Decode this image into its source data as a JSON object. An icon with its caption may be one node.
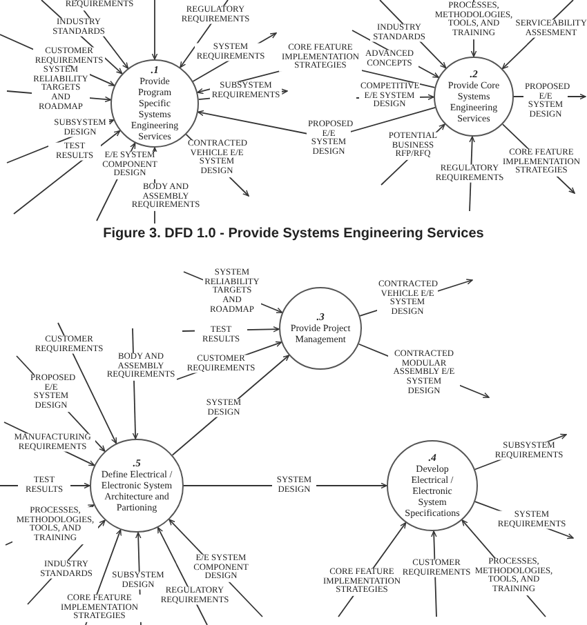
{
  "diagram": {
    "caption": "Figure 3. DFD 1.0 - Provide Systems Engineering Services",
    "nodes": [
      {
        "text": [
          ".1",
          "Provide Program Specific Systems Engineering Services"
        ]
      },
      {
        "text": [
          ".2",
          "Provide Core Systems Engineering Services"
        ]
      },
      {
        "text": [
          ".3",
          "Provide Project Management"
        ]
      },
      {
        "text": [
          ".5",
          "Define Electrical / Electronic System Architecture and Partioning"
        ]
      },
      {
        "text": [
          ".4",
          "Develop Electrical / Electronic System Specifications"
        ]
      }
    ],
    "edges": [
      {
        "from": null,
        "to": 0,
        "arrow": "to",
        "label": "REQUIREMENTS"
      },
      {
        "from": null,
        "to": 0,
        "arrow": "to"
      },
      {
        "from": null,
        "to": 0,
        "arrow": "to",
        "label": "REGULATORY REQUIREMENTS"
      },
      {
        "from": null,
        "to": 0,
        "arrow": "to",
        "label": "INDUSTRY STANDARDS"
      },
      {
        "from": null,
        "to": 0,
        "arrow": "to",
        "label": "CUSTOMER REQUIREMENTS"
      },
      {
        "from": null,
        "to": 0,
        "arrow": "to",
        "label": "SYSTEM RELIABILITY TARGETS AND ROADMAP"
      },
      {
        "from": null,
        "to": 0,
        "arrow": "to",
        "label": "SUBSYSTEM DESIGN"
      },
      {
        "from": null,
        "to": 0,
        "arrow": "to",
        "label": "TEST RESULTS"
      },
      {
        "from": null,
        "to": 0,
        "arrow": "to",
        "label": "E/E SYSTEM COMPONENT DESIGN"
      },
      {
        "from": null,
        "to": 0,
        "arrow": "to",
        "label": "BODY AND ASSEMBLY REQUIREMENTS"
      },
      {
        "from": 0,
        "to": null,
        "arrow": "to",
        "label": "CONTRACTED VEHICLE E/E SYSTEM DESIGN"
      },
      {
        "from": 0,
        "to": null,
        "arrow": "to",
        "label": "SYSTEM REQUIREMENTS"
      },
      {
        "from": 1,
        "to": 0,
        "arrow": "to",
        "label": "CORE FEATURE IMPLEMENTATION STRATEGIES"
      },
      {
        "from": 0,
        "to": null,
        "arrow": "to",
        "label": "SUBSYSTEM REQUIREMENTS"
      },
      {
        "from": 1,
        "to": 0,
        "arrow": "to",
        "label": "PROPOSED E/E SYSTEM DESIGN"
      },
      {
        "from": null,
        "to": 1,
        "arrow": "to",
        "label": "INDUSTRY STANDARDS"
      },
      {
        "from": null,
        "to": 1,
        "arrow": "to",
        "label": "PROCESSES, METHODOLOGIES, TOOLS, AND TRAINING"
      },
      {
        "from": null,
        "to": 1,
        "arrow": "to",
        "label": "SERVICEABILITY ASSESMENT"
      },
      {
        "from": null,
        "to": 1,
        "arrow": "to",
        "label": "ADVANCED CONCEPTS"
      },
      {
        "from": null,
        "to": 1,
        "arrow": "to",
        "label": "COMPETITIVE E/E SYSTEM DESIGN"
      },
      {
        "from": null,
        "to": 1,
        "arrow": "to",
        "label": "POTENTIAL BUSINESS RFP/RFQ"
      },
      {
        "from": null,
        "to": 1,
        "arrow": "to",
        "label": "REGULATORY REQUIREMENTS"
      },
      {
        "from": 1,
        "to": null,
        "arrow": "to",
        "label": "PROPOSED E/E SYSTEM DESIGN"
      },
      {
        "from": 1,
        "to": null,
        "arrow": "to",
        "label": "CORE FEATURE IMPLEMENTATION STRATEGIES"
      },
      {
        "from": null,
        "to": 2,
        "arrow": "to",
        "label": "SYSTEM RELIABILITY TARGETS AND ROADMAP"
      },
      {
        "from": null,
        "to": 2,
        "arrow": "to",
        "label": "TEST RESULTS"
      },
      {
        "from": null,
        "to": 2,
        "arrow": "to",
        "label": "CUSTOMER REQUIREMENTS"
      },
      {
        "from": 3,
        "to": 2,
        "arrow": "to",
        "label": "SYSTEM DESIGN"
      },
      {
        "from": 2,
        "to": null,
        "arrow": "to",
        "label": "CONTRACTED VEHICLE E/E SYSTEM DESIGN"
      },
      {
        "from": 2,
        "to": null,
        "arrow": "to",
        "label": "CONTRACTED MODULAR ASSEMBLY E/E SYSTEM DESIGN"
      },
      {
        "from": null,
        "to": 3,
        "arrow": "to",
        "label": "CUSTOMER REQUIREMENTS"
      },
      {
        "from": null,
        "to": 3,
        "arrow": "to",
        "label": "BODY AND ASSEMBLY REQUIREMENTS"
      },
      {
        "from": null,
        "to": 3,
        "arrow": "to",
        "label": "PROPOSED E/E SYSTEM DESIGN"
      },
      {
        "from": null,
        "to": 3,
        "arrow": "to",
        "label": "MANUFACTURING REQUIREMENTS"
      },
      {
        "from": null,
        "to": 3,
        "arrow": "to",
        "label": "TEST RESULTS"
      },
      {
        "from": null,
        "to": 3,
        "arrow": "to",
        "label": "PROCESSES, METHODOLOGIES, TOOLS, AND TRAINING"
      },
      {
        "from": null,
        "to": 3,
        "arrow": "to",
        "label": "INDUSTRY STANDARDS"
      },
      {
        "from": null,
        "to": 3,
        "arrow": "to",
        "label": "CORE FEATURE IMPLEMENTATION STRATEGIES"
      },
      {
        "from": null,
        "to": 3,
        "arrow": "to",
        "label": "SUBSYSTEM DESIGN"
      },
      {
        "from": null,
        "to": 3,
        "arrow": "to",
        "label": "REGULATORY REQUIREMENTS"
      },
      {
        "from": null,
        "to": 3,
        "arrow": "to",
        "label": "E/E SYSTEM COMPONENT DESIGN"
      },
      {
        "from": 3,
        "to": 4,
        "arrow": "to",
        "label": "SYSTEM DESIGN"
      },
      {
        "from": 4,
        "to": null,
        "arrow": "to",
        "label": "SUBSYSTEM REQUIREMENTS"
      },
      {
        "from": 4,
        "to": null,
        "arrow": "to",
        "label": "SYSTEM REQUIREMENTS"
      },
      {
        "from": null,
        "to": 4,
        "arrow": "to",
        "label": "CORE FEATURE IMPLEMENTATION STRATEGIES"
      },
      {
        "from": null,
        "to": 4,
        "arrow": "to",
        "label": "CUSTOMER REQUIREMENTS"
      },
      {
        "from": null,
        "to": 4,
        "arrow": "to",
        "label": "PROCESSES, METHODOLOGIES, TOOLS, AND TRAINING"
      }
    ]
  }
}
